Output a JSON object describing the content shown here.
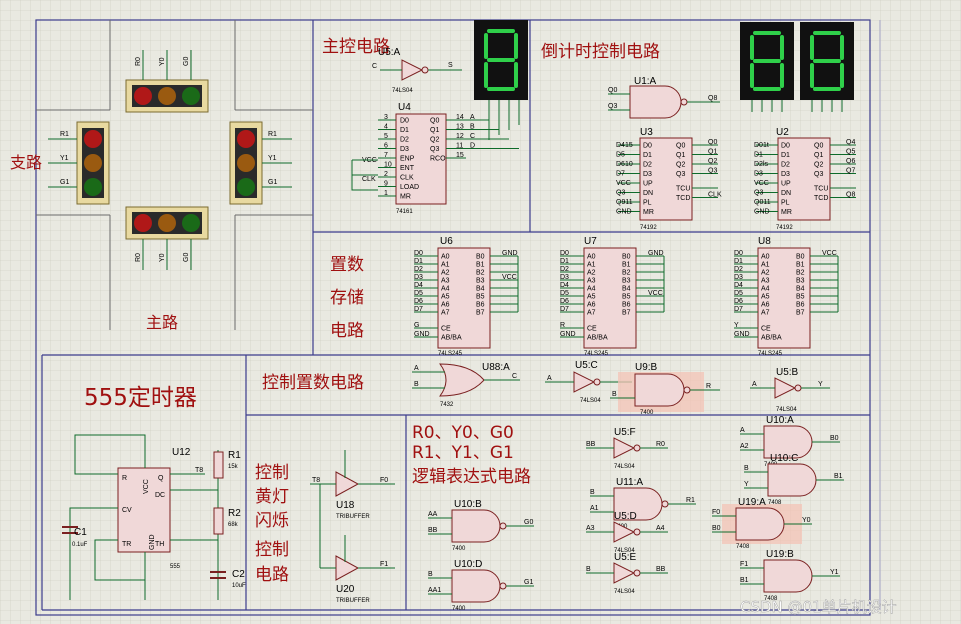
{
  "titles": {
    "main_control": "主控电路",
    "countdown": "倒计时控制电路",
    "store_1": "置数",
    "store_2": "存储",
    "store_3": "电路",
    "timer555": "555定时器",
    "preset_ctrl": "控制置数电路",
    "logic_1": "R0、Y0、G0",
    "logic_2": "R1、Y1、G1",
    "logic_3": "逻辑表达式电路",
    "yellow_1": "控制",
    "yellow_2": "黄灯",
    "yellow_3": "闪烁",
    "yellow_4": "控制",
    "yellow_5": "电路",
    "branch_road": "支路",
    "main_road": "主路"
  },
  "traffic_lights": {
    "top": [
      "R0",
      "Y0",
      "G0"
    ],
    "left": [
      "R1",
      "Y1",
      "G1"
    ],
    "right": [
      "R1",
      "Y1",
      "G1"
    ],
    "bottom": [
      "R0",
      "Y0",
      "G0"
    ]
  },
  "components": {
    "u5a": {
      "ref": "U5:A",
      "part": "74LS04",
      "in": "C",
      "out": "S"
    },
    "u4": {
      "ref": "U4",
      "part": "74161",
      "pins_left": [
        "3",
        "4",
        "5",
        "6",
        "7",
        "10",
        "2",
        "9",
        "1"
      ],
      "names_left": [
        "D0",
        "D1",
        "D2",
        "D3",
        "ENP",
        "ENT",
        "CLK",
        "LOAD",
        "MR"
      ],
      "names_right": [
        "Q0",
        "Q1",
        "Q2",
        "Q3",
        "RCO"
      ],
      "pins_right": [
        "14",
        "13",
        "12",
        "11",
        "15"
      ],
      "nets_right": [
        "A",
        "B",
        "C",
        "D"
      ],
      "vcc": "VCC",
      "clk": "CLK"
    },
    "u1a": {
      "ref": "U1:A",
      "part": "7400",
      "in1": "Q0",
      "in2": "Q3",
      "out": "Q8"
    },
    "u3": {
      "ref": "U3",
      "part": "74192",
      "names_left": [
        "D0",
        "D1",
        "D2",
        "D3",
        "UP",
        "DN",
        "PL",
        "MR"
      ],
      "names_right": [
        "Q0",
        "Q1",
        "Q2",
        "Q3",
        "TCU",
        "TCD"
      ],
      "nets_left": [
        "D415",
        "D5",
        "D610",
        "D7",
        "VCC",
        "Q3",
        "Q911",
        "GND"
      ],
      "nets_right": [
        "Q0",
        "Q1",
        "Q2",
        "Q3",
        "",
        "CLK"
      ]
    },
    "u2": {
      "ref": "U2",
      "part": "74192",
      "names_left": [
        "D0",
        "D1",
        "D2",
        "D3",
        "UP",
        "DN",
        "PL",
        "MR"
      ],
      "names_right": [
        "Q0",
        "Q1",
        "Q2",
        "Q3",
        "TCU",
        "TCD"
      ],
      "nets_left": [
        "D01t",
        "D1",
        "D2ls",
        "D3",
        "VCC",
        "Q3",
        "Q011",
        "GND"
      ],
      "nets_right": [
        "Q4",
        "Q5",
        "Q6",
        "Q7",
        "",
        "Q8"
      ]
    },
    "u6": {
      "ref": "U6",
      "part": "74LS245",
      "nets_left": [
        "D0",
        "D1",
        "D2",
        "D3",
        "D4",
        "D5",
        "D6",
        "D7",
        "G",
        "GND"
      ],
      "nets_right": [
        "GND",
        "",
        "",
        "VCC",
        "",
        "",
        "",
        ""
      ],
      "names_left": [
        "A0",
        "A1",
        "A2",
        "A3",
        "A4",
        "A5",
        "A6",
        "A7",
        "CE",
        "AB/BA"
      ],
      "names_right": [
        "B0",
        "B1",
        "B2",
        "B3",
        "B4",
        "B5",
        "B6",
        "B7"
      ]
    },
    "u7": {
      "ref": "U7",
      "part": "74LS245",
      "nets_left": [
        "D0",
        "D1",
        "D2",
        "D3",
        "D4",
        "D5",
        "D6",
        "D7",
        "R",
        "GND"
      ],
      "nets_right": [
        "GND",
        "",
        "",
        "",
        "",
        "VCC",
        "",
        ""
      ],
      "names_left": [
        "A0",
        "A1",
        "A2",
        "A3",
        "A4",
        "A5",
        "A6",
        "A7",
        "CE",
        "AB/BA"
      ],
      "names_right": [
        "B0",
        "B1",
        "B2",
        "B3",
        "B4",
        "B5",
        "B6",
        "B7"
      ]
    },
    "u8": {
      "ref": "U8",
      "part": "74LS245",
      "nets_left": [
        "D0",
        "D1",
        "D2",
        "D3",
        "D4",
        "D5",
        "D6",
        "D7",
        "Y",
        "GND"
      ],
      "nets_right": [
        "VCC",
        "",
        "",
        "",
        "",
        "",
        "",
        ""
      ],
      "names_left": [
        "A0",
        "A1",
        "A2",
        "A3",
        "A4",
        "A5",
        "A6",
        "A7",
        "CE",
        "AB/BA"
      ],
      "names_right": [
        "B0",
        "B1",
        "B2",
        "B3",
        "B4",
        "B5",
        "B6",
        "B7"
      ]
    },
    "u88a": {
      "ref": "U88:A",
      "part": "7432",
      "in1": "A",
      "in2": "B",
      "out": "C"
    },
    "u5c": {
      "ref": "U5:C",
      "part": "74LS04",
      "in": "A"
    },
    "u9b": {
      "ref": "U9:B",
      "part": "7400",
      "in2": "B",
      "out": "R"
    },
    "u5b": {
      "ref": "U5:B",
      "part": "74LS04",
      "in": "A",
      "out": "Y"
    },
    "u12": {
      "ref": "U12",
      "part": "555",
      "pins": [
        "R",
        "Q",
        "DC",
        "CV",
        "TR",
        "TH",
        "VCC",
        "GND"
      ]
    },
    "r1": {
      "ref": "R1",
      "value": "15k"
    },
    "r2": {
      "ref": "R2",
      "value": "68k"
    },
    "c1": {
      "ref": "C1",
      "value": "0.1uF"
    },
    "c2": {
      "ref": "C2",
      "value": "10uF"
    },
    "u18": {
      "ref": "U18",
      "part": "TRIBUFFER",
      "in": "T8",
      "out": "F0"
    },
    "u20": {
      "ref": "U20",
      "part": "TRIBUFFER",
      "out": "F1"
    },
    "u10b": {
      "ref": "U10:B",
      "part": "7400",
      "in1": "AA",
      "in2": "BB",
      "out": "G0"
    },
    "u10d": {
      "ref": "U10:D",
      "part": "7400",
      "in1": "B",
      "in2": "AA1",
      "out": "G1"
    },
    "u5f": {
      "ref": "U5:F",
      "part": "74LS04",
      "in": "BB",
      "out": "R0"
    },
    "u11a": {
      "ref": "U11:A",
      "part": "7400",
      "in1": "B",
      "in2": "A1",
      "out": "R1"
    },
    "u5d": {
      "ref": "U5:D",
      "part": "74LS04",
      "in": "A3",
      "out": "A4"
    },
    "u5e": {
      "ref": "U5:E",
      "part": "74LS04",
      "in": "B",
      "out": "BB"
    },
    "u10a": {
      "ref": "U10:A",
      "part": "7408",
      "in1": "A",
      "in2": "A2",
      "out": "B0"
    },
    "u10c": {
      "ref": "U10:C",
      "part": "7408",
      "in1": "B",
      "in2": "Y",
      "out": "B1"
    },
    "u19a": {
      "ref": "U19:A",
      "part": "7408",
      "in1": "F0",
      "in2": "B0",
      "out": "Y0"
    },
    "u19b": {
      "ref": "U19:B",
      "part": "7408",
      "in1": "F1",
      "in2": "B1",
      "out": "Y1"
    }
  },
  "watermark": "CSDN @01单片机设计",
  "colors": {
    "frame": "#3c3c8c",
    "wire": "#0e6b2a",
    "body": "#f0d8d8",
    "title": "#a01010"
  }
}
